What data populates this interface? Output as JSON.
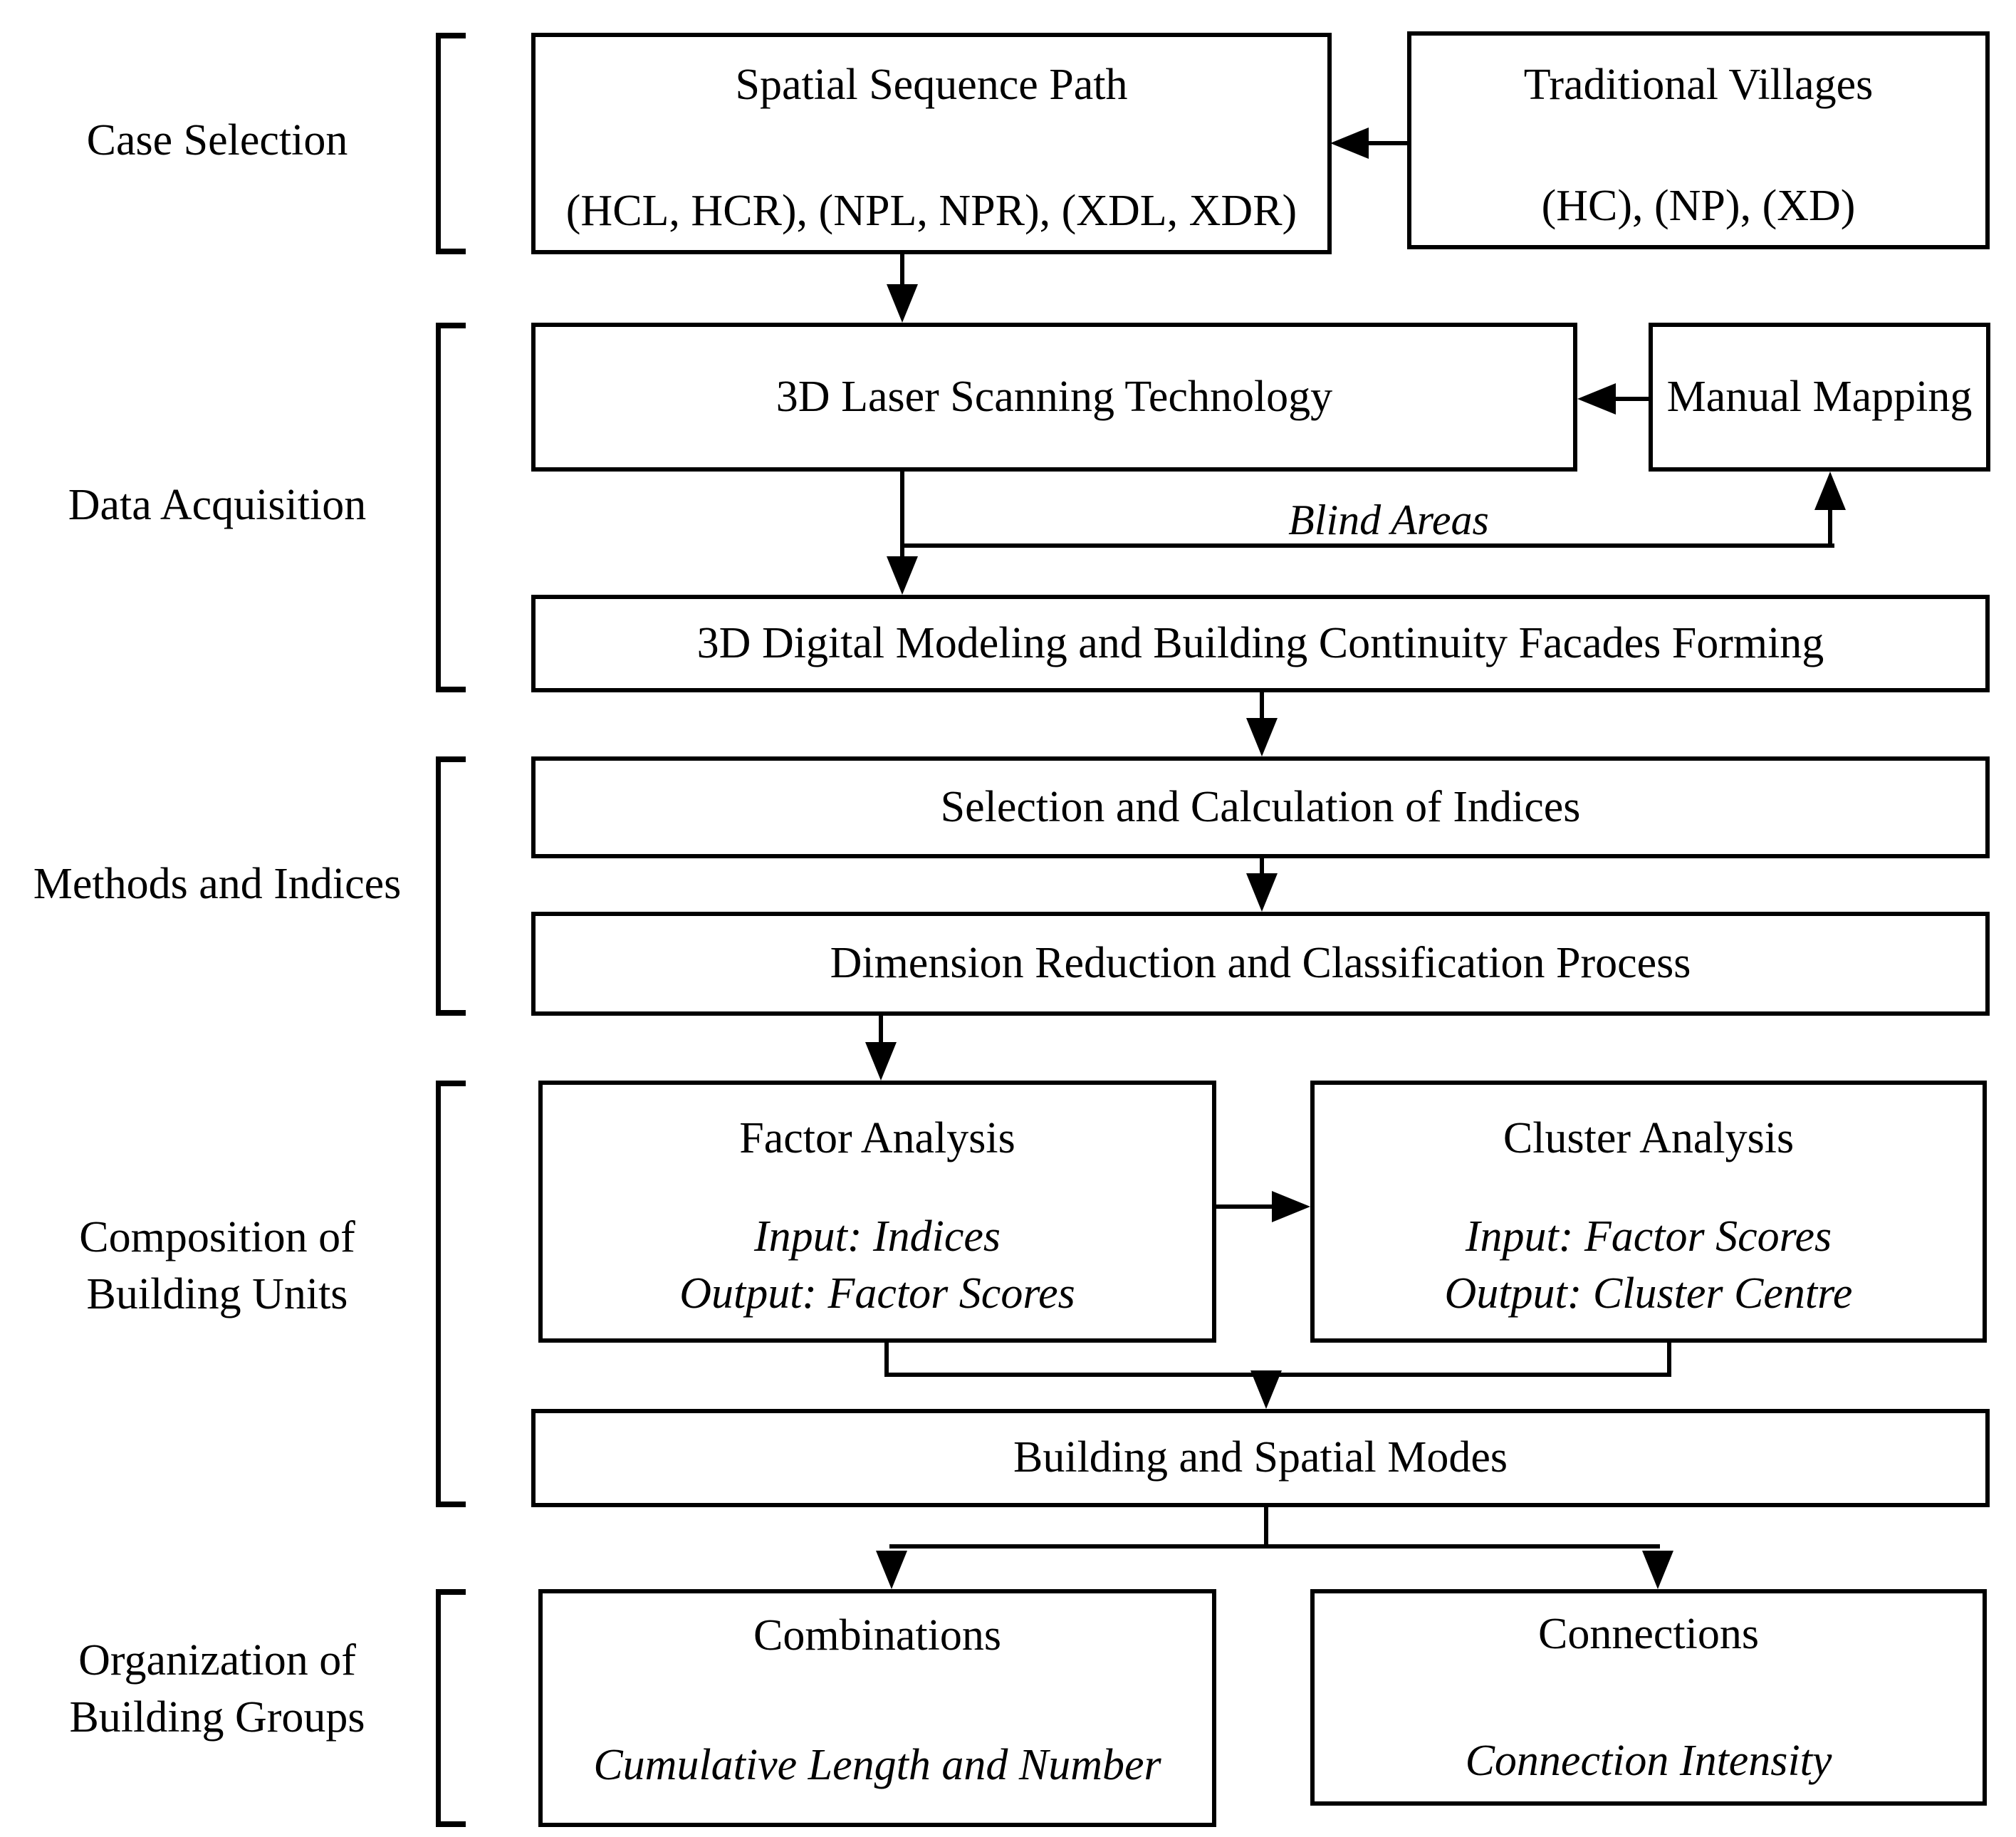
{
  "sections": [
    {
      "id": "case-selection",
      "label": "Case Selection"
    },
    {
      "id": "data-acquisition",
      "label": "Data Acquisition"
    },
    {
      "id": "methods-and-indices",
      "label": "Methods and Indices"
    },
    {
      "id": "composition-of-building-units",
      "label": "Composition of\nBuilding Units"
    },
    {
      "id": "organization-of-building-groups",
      "label": "Organization of\nBuilding Groups"
    }
  ],
  "boxes": {
    "spatial_sequence_path": {
      "title": "Spatial Sequence Path",
      "subtitle": "(HCL, HCR), (NPL, NPR), (XDL, XDR)"
    },
    "traditional_villages": {
      "title": "Traditional Villages",
      "subtitle": "(HC), (NP), (XD)"
    },
    "laser_scanning": {
      "title": "3D Laser Scanning Technology"
    },
    "manual_mapping": {
      "title": "Manual Mapping"
    },
    "digital_modeling": {
      "title": "3D Digital Modeling and Building Continuity Facades Forming"
    },
    "selection_indices": {
      "title": "Selection and Calculation of Indices"
    },
    "dimension_reduction": {
      "title": "Dimension Reduction and Classification Process"
    },
    "factor_analysis": {
      "title": "Factor Analysis",
      "input": "Input: Indices",
      "output": "Output: Factor Scores"
    },
    "cluster_analysis": {
      "title": "Cluster Analysis",
      "input": "Input: Factor Scores",
      "output": "Output: Cluster Centre"
    },
    "building_spatial_modes": {
      "title": "Building and Spatial Modes"
    },
    "combinations": {
      "title": "Combinations",
      "subtitle": "Cumulative Length and Number"
    },
    "connections": {
      "title": "Connections",
      "subtitle": "Connection Intensity"
    }
  },
  "edge_labels": {
    "blind_areas": "Blind Areas"
  },
  "colors": {
    "line": "#000000",
    "text": "#000000",
    "background": "#ffffff"
  }
}
